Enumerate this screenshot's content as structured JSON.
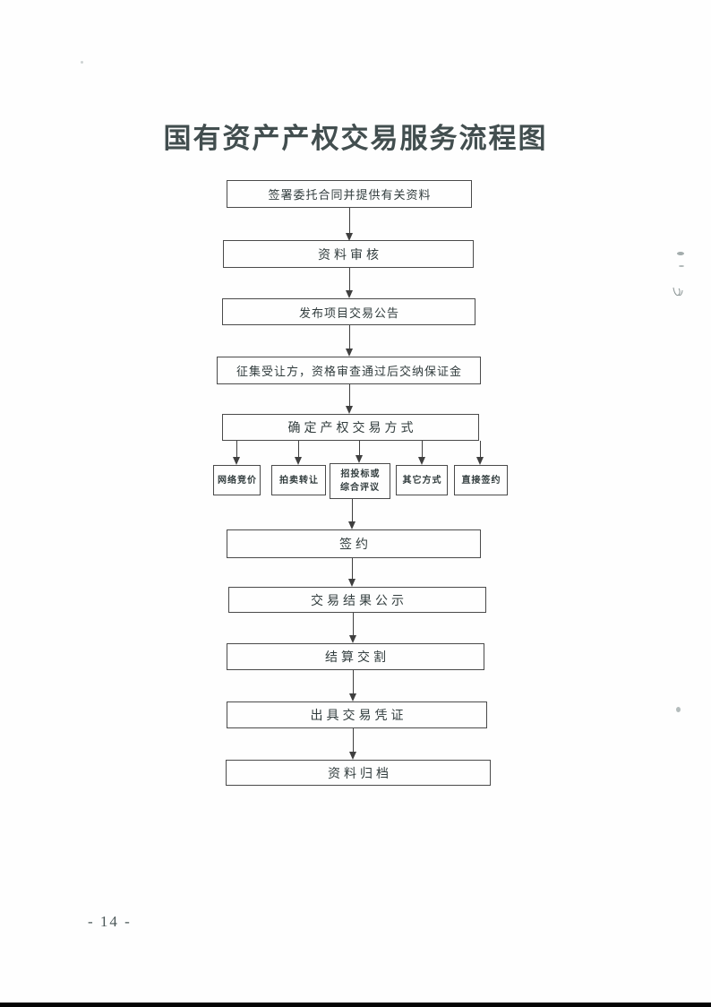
{
  "document": {
    "title": "国有资产产权交易服务流程图",
    "page_number": "- 14 -"
  },
  "flowchart": {
    "steps": [
      "签署委托合同并提供有关资料",
      "资料审核",
      "发布项目交易公告",
      "征集受让方，资格审查通过后交纳保证金",
      "确定产权交易方式",
      "签约",
      "交易结果公示",
      "结算交割",
      "出具交易凭证",
      "资料归档"
    ],
    "methods": [
      "网络竞价",
      "拍卖转让",
      "招投标或\n综合评议",
      "其它方式",
      "直接签约"
    ]
  },
  "colors": {
    "ink": "#323d3e",
    "line": "#3f3f3f",
    "title_ink": "#424e4f"
  }
}
